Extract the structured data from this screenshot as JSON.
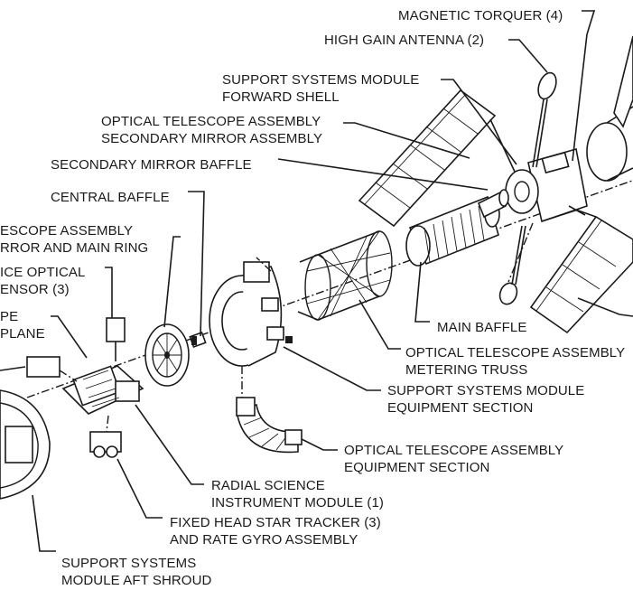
{
  "labels": {
    "magnetic_torquer": "MAGNETIC TORQUER (4)",
    "high_gain_antenna": "HIGH GAIN ANTENNA (2)",
    "ssm_forward_shell_1": "SUPPORT SYSTEMS MODULE",
    "ssm_forward_shell_2": "FORWARD SHELL",
    "ota_secondary_1": "OPTICAL TELESCOPE ASSEMBLY",
    "ota_secondary_2": "SECONDARY MIRROR ASSEMBLY",
    "secondary_mirror_baffle": "SECONDARY MIRROR BAFFLE",
    "central_baffle": "CENTRAL BAFFLE",
    "ota_primary_1": "ESCOPE ASSEMBLY",
    "ota_primary_2": "RROR AND MAIN RING",
    "fine_guidance_1": "ICE OPTICAL",
    "fine_guidance_2": "ENSOR (3)",
    "focal_plane_1": "PE",
    "focal_plane_2": "PLANE",
    "main_baffle": "MAIN BAFFLE",
    "metering_truss_1": "OPTICAL TELESCOPE ASSEMBLY",
    "metering_truss_2": "METERING TRUSS",
    "ssm_equipment_1": "SUPPORT SYSTEMS MODULE",
    "ssm_equipment_2": "EQUIPMENT SECTION",
    "ota_equipment_1": "OPTICAL TELESCOPE ASSEMBLY",
    "ota_equipment_2": "EQUIPMENT SECTION",
    "radial_si_1": "RADIAL SCIENCE",
    "radial_si_2": "INSTRUMENT MODULE (1)",
    "fhst_1": "FIXED HEAD STAR TRACKER (3)",
    "fhst_2": "AND RATE GYRO ASSEMBLY",
    "aft_shroud_1": "SUPPORT SYSTEMS",
    "aft_shroud_2": "MODULE AFT SHROUD"
  },
  "colors": {
    "ink": "#1a1a1a",
    "background": "#ffffff"
  }
}
